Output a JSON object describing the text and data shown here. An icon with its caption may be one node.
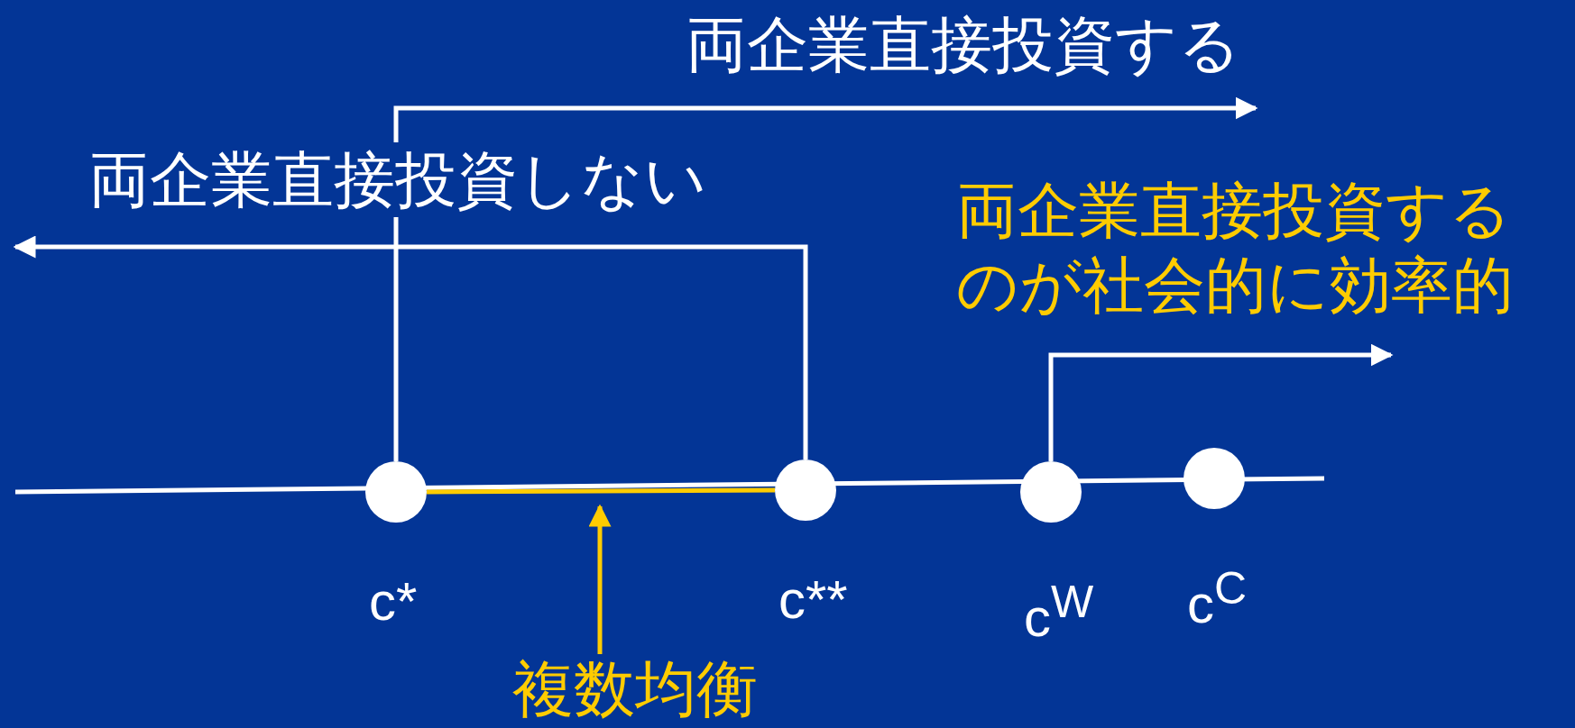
{
  "diagram": {
    "nodes": [
      {
        "text": [],
        "shape": "circle",
        "beside": [
          "c*"
        ]
      },
      {
        "text": [],
        "shape": "circle",
        "beside": [
          "c**"
        ]
      },
      {
        "text": [],
        "shape": "circle",
        "beside": [
          "c$^{W}$"
        ]
      },
      {
        "text": [],
        "shape": "circle",
        "beside": [
          "c$^{C}$"
        ]
      },
      {
        "text": [
          "複数均衡"
        ]
      }
    ],
    "edges": [
      {
        "from": 0,
        "to": null,
        "arrow": "to",
        "label": "両企業直接投資する"
      },
      {
        "from": 1,
        "to": null,
        "arrow": "to",
        "label": "両企業直接投資しない"
      },
      {
        "from": 2,
        "to": null,
        "arrow": "to",
        "label": "両企業直接投資するのが社会的に効率的"
      },
      {
        "from": 0,
        "to": 1,
        "arrow": "none",
        "color": "#ffcc00"
      },
      {
        "from": 4,
        "to": null,
        "arrow": "to",
        "color": "#ffcc00"
      }
    ]
  }
}
